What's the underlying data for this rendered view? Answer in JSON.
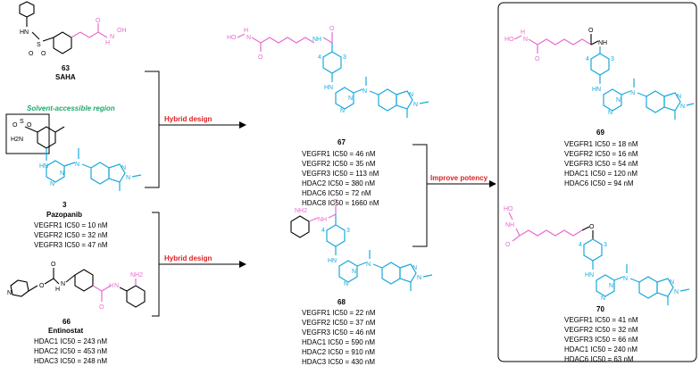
{
  "compounds": {
    "c63": {
      "number": "63",
      "name": "SAHA"
    },
    "c3": {
      "number": "3",
      "name": "Pazopanib",
      "activities": [
        "VEGFR1 IC50 = 10 nM",
        "VEGFR2 IC50 = 32 nM",
        "VEGFR3 IC50 = 47 nM"
      ]
    },
    "c66": {
      "number": "66",
      "name": "Entinostat",
      "activities": [
        "HDAC1 IC50 = 243 nM",
        "HDAC2 IC50 = 453 nM",
        "HDAC3 IC50 = 248 nM"
      ]
    },
    "c67": {
      "number": "67",
      "activities": [
        "VEGFR1 IC50 = 46 nM",
        "VEGFR2 IC50 = 35 nM",
        "VEGFR3 IC50 = 113 nM",
        "HDAC2 IC50 = 380 nM",
        "HDAC6 IC50 = 72 nM",
        "HDAC8 IC50 = 1660 nM"
      ]
    },
    "c68": {
      "number": "68",
      "activities": [
        "VEGFR1 IC50 = 22 nM",
        "VEGFR2 IC50 = 37 nM",
        "VEGFR3 IC50 = 46 nM",
        "HDAC1 IC50 = 590 nM",
        "HDAC2 IC50 = 910 nM",
        "HDAC3 IC50 = 430 nM"
      ]
    },
    "c69": {
      "number": "69",
      "activities": [
        "VEGFR1 IC50 = 18 nM",
        "VEGFR2 IC50 = 16 nM",
        "VEGFR3 IC50 = 54 nM",
        "HDAC1 IC50 = 120 nM",
        "HDAC6 IC50 = 94 nM"
      ]
    },
    "c70": {
      "number": "70",
      "activities": [
        "VEGFR1 IC50 = 41 nM",
        "VEGFR2 IC50 = 32 nM",
        "VEGFR3 IC50 = 66 nM",
        "HDAC1 IC50 = 240 nM",
        "HDAC6 IC50 = 63 nM"
      ]
    }
  },
  "labels": {
    "solvent_region": "Solvent-accessible region",
    "hybrid_design_1": "Hybrid design",
    "hybrid_design_2": "Hybrid design",
    "improve_potency": "Improve potency"
  },
  "atoms": {
    "NH": "NH",
    "HN": "HN",
    "O": "O",
    "OH": "OH",
    "HO": "HO",
    "H": "H",
    "N": "N",
    "S": "S",
    "NH2": "NH2",
    "H2N": "H2N",
    "loc4": "4",
    "loc3": "3"
  },
  "colors": {
    "hdac_moiety": "#e86bd0",
    "kinase_moiety": "#19a9dd",
    "arrow_label": "#e02020",
    "region_label": "#1ea86b"
  }
}
